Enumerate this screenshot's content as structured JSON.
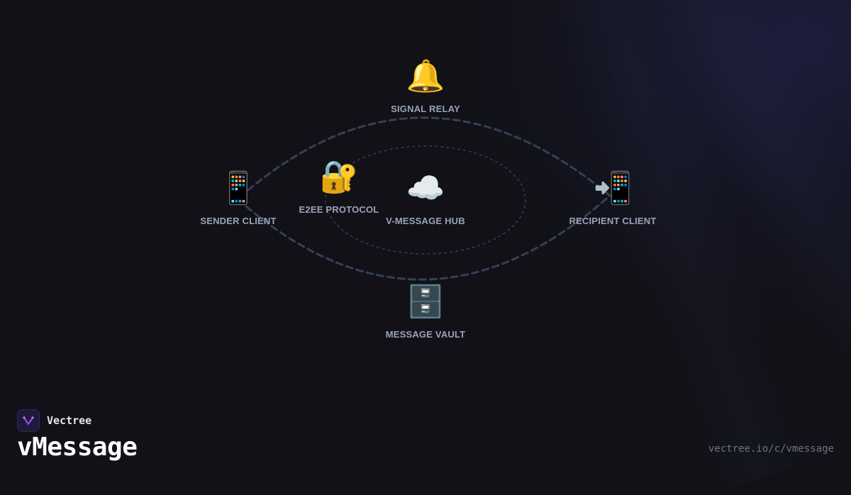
{
  "brand": {
    "name": "Vectree",
    "product": "vMessage",
    "url": "vectree.io/c/vmessage",
    "accent_color": "#a855f7"
  },
  "diagram": {
    "nodes": [
      {
        "id": "signal-relay",
        "label": "SIGNAL RELAY",
        "icon": "bell-icon",
        "glyph": "🔔"
      },
      {
        "id": "sender-client",
        "label": "SENDER CLIENT",
        "icon": "mobile-phone-icon",
        "glyph": "📱"
      },
      {
        "id": "e2ee-protocol",
        "label": "E2EE PROTOCOL",
        "icon": "lock-with-key-icon",
        "glyph": "🔐"
      },
      {
        "id": "v-message-hub",
        "label": "V-MESSAGE HUB",
        "icon": "cloud-icon",
        "glyph": "☁️"
      },
      {
        "id": "recipient-client",
        "label": "RECIPIENT CLIENT",
        "icon": "mobile-phone-with-arrow-icon",
        "glyph": "📲"
      },
      {
        "id": "message-vault",
        "label": "MESSAGE VAULT",
        "icon": "file-cabinet-icon",
        "glyph": "🗄️"
      }
    ],
    "line_color": "#34405a"
  }
}
